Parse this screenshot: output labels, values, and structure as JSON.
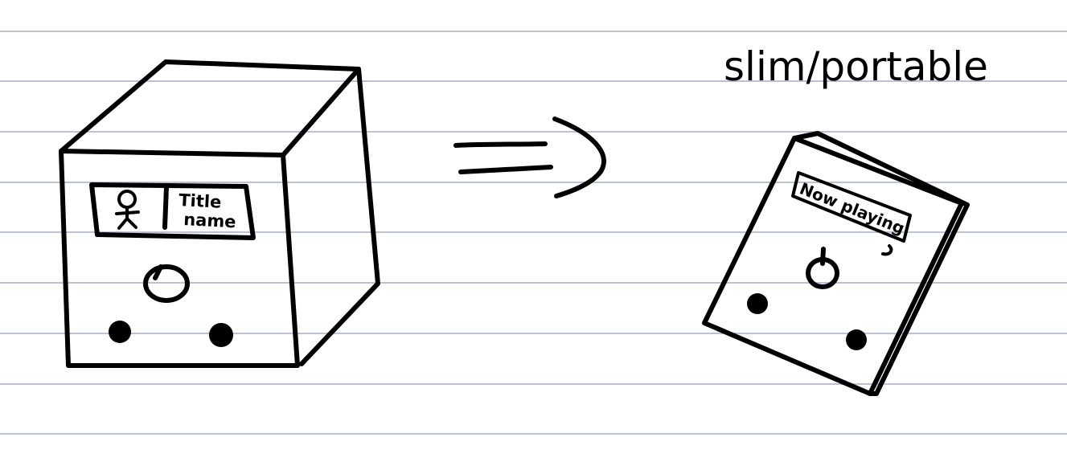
{
  "heading": "slim/portable",
  "big_box": {
    "display_line1": "Title",
    "display_line2": "name",
    "icon": "stick-figure-icon"
  },
  "slim_device": {
    "display_text": "Now playing",
    "knob_icon": "power-knob-icon"
  },
  "arrow_icon": "implies-arrow-icon",
  "colors": {
    "ink": "#000000",
    "paper": "#ffffff",
    "rule_line": "#b9c3d3"
  }
}
